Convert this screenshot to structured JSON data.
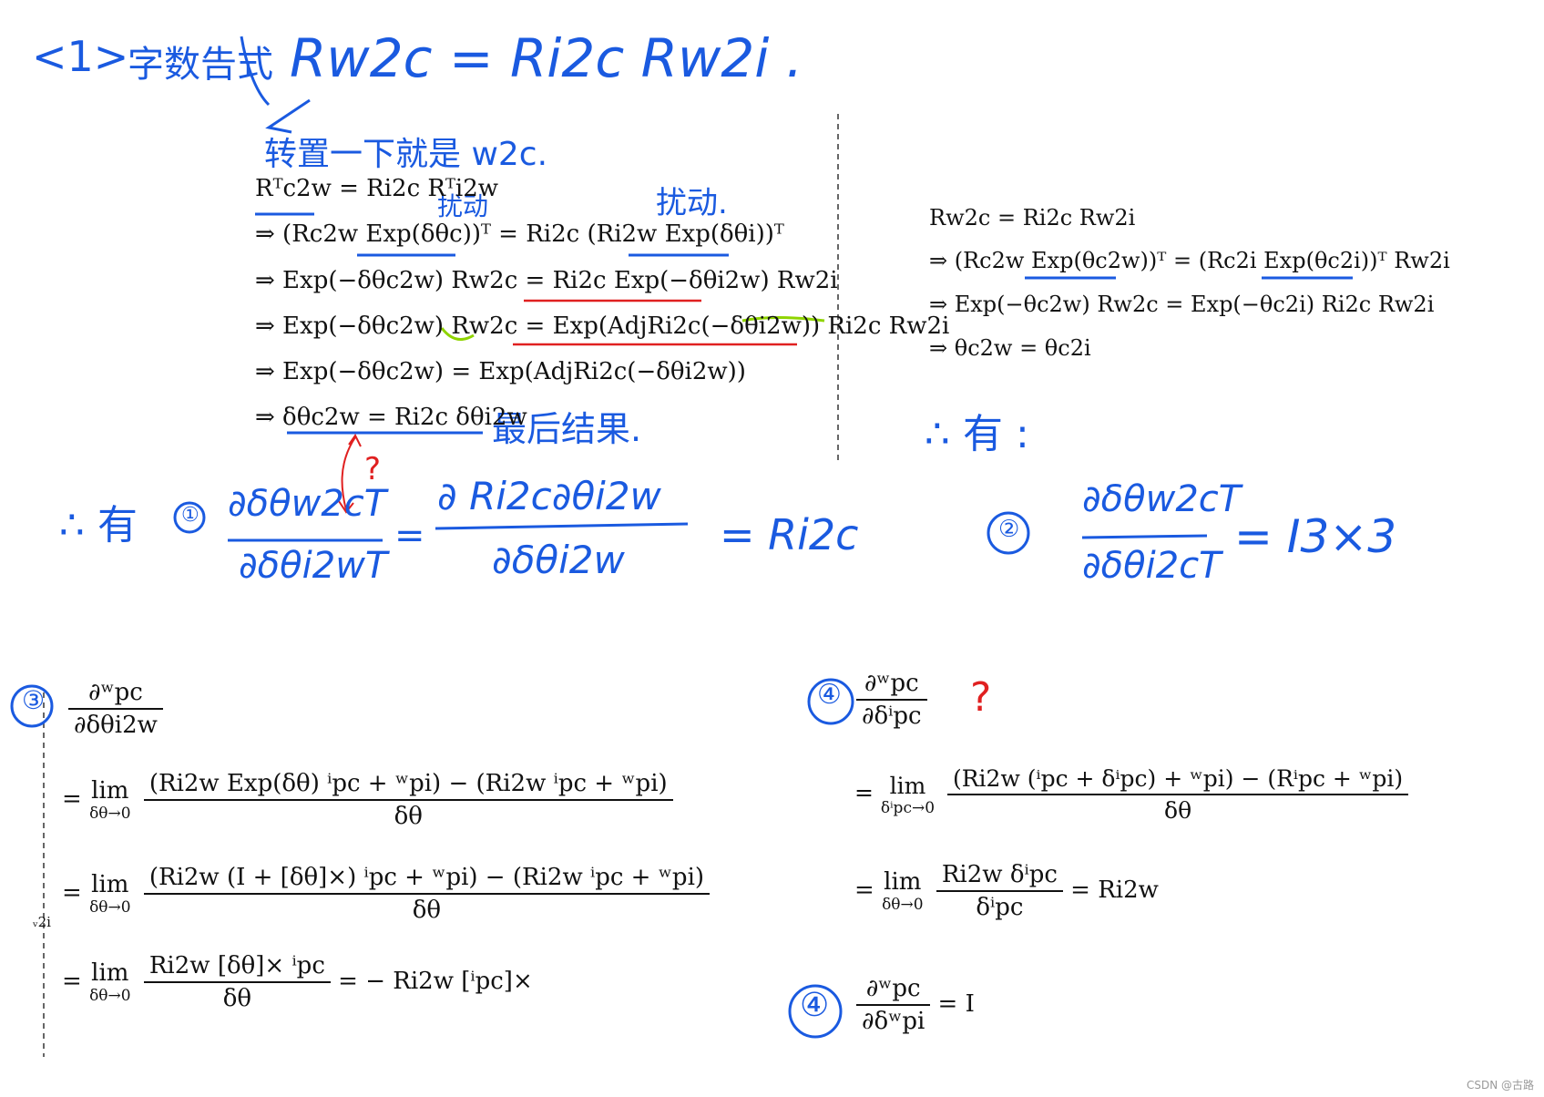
{
  "handwritten": {
    "section_label": "<1>",
    "section_title_cn": "字数告式",
    "main_equation": "Rw2c = Ri2c Rw2i .",
    "transpose_note": "转置一下就是 w2c.",
    "perturb_1": "扰动",
    "perturb_2": "扰动.",
    "final_result": "最后结果.",
    "question_mark": "?",
    "therefore_1": "∴ 有",
    "circle_1": "①",
    "jac1_num": "∂δθw2cT",
    "jac1_den": "∂δθi2wT",
    "jac1_mid_num": "∂ Ri2c∂θi2w",
    "jac1_mid_den": "∂δθi2w",
    "jac1_result": "= Ri2c",
    "therefore_2": "∴ 有 :",
    "circle_2": "②",
    "jac2_num": "∂δθw2cT",
    "jac2_den": "∂δθi2cT",
    "jac2_result": "= I3×3",
    "circle_3": "③",
    "circle_4a": "④",
    "circle_4b": "④",
    "question_red": "?"
  },
  "left_derivation": [
    "Rᵀc2w = Ri2c Rᵀi2w",
    "⇒ (Rc2w Exp(δθc))ᵀ = Ri2c (Ri2w Exp(δθi))ᵀ",
    "⇒ Exp(−δθc2w) Rw2c = Ri2c Exp(−δθi2w) Rw2i",
    "⇒ Exp(−δθc2w) Rw2c = Exp(AdjRi2c(−δθi2w)) Ri2c Rw2i",
    "⇒ Exp(−δθc2w) = Exp(AdjRi2c(−δθi2w))",
    "⇒ δθc2w = Ri2c δθi2w"
  ],
  "right_derivation": [
    "Rw2c = Ri2c Rw2i",
    "⇒ (Rc2w Exp(θc2w))ᵀ = (Rc2i Exp(θc2i))ᵀ Rw2i",
    "⇒ Exp(−θc2w) Rw2c = Exp(−θc2i) Ri2c Rw2i",
    "⇒ θc2w = θc2i"
  ],
  "block3": {
    "lhs_num": "∂ʷpc",
    "lhs_den": "∂δθi2w",
    "lim_top": "lim",
    "lim_sub": "δθ→0",
    "row1_num": "(Ri2w Exp(δθ) ⁱpc + ʷpi) − (Ri2w ⁱpc + ʷpi)",
    "row1_den": "δθ",
    "row2_num": "(Ri2w (I + [δθ]×) ⁱpc + ʷpi) − (Ri2w ⁱpc + ʷpi)",
    "row2_den": "δθ",
    "row3_num": "Ri2w [δθ]× ⁱpc",
    "row3_den": "δθ",
    "row3_result": "= − Ri2w [ⁱpc]×",
    "side_fragment": "ᵥ2i"
  },
  "block4": {
    "lhs_num": "∂ʷpc",
    "lhs_den": "∂δⁱpc",
    "lim_top": "lim",
    "lim_sub1": "δⁱpc→0",
    "row1_num": "(Ri2w (ⁱpc + δⁱpc) + ʷpi) − (Rⁱpc + ʷpi)",
    "row1_den": "δθ",
    "lim_sub2": "δθ→0",
    "row2_num": "Ri2w δⁱpc",
    "row2_den": "δⁱpc",
    "row2_result": "= Ri2w"
  },
  "block5": {
    "lhs_num": "∂ʷpc",
    "lhs_den": "∂δʷpi",
    "result": "= I"
  },
  "eq_sign": "=",
  "watermark": "CSDN @古路",
  "colors": {
    "ink": "#111111",
    "hand_blue": "#1a5ae0",
    "hand_red": "#e02020",
    "hand_green": "#8fd400"
  }
}
